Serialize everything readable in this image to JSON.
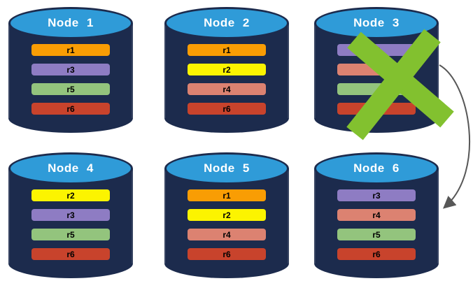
{
  "colors": {
    "background": "#FFFFFF",
    "cylinder_body": "#1C2B4D",
    "cylinder_top_fill": "#2F9BD8",
    "node_title": "#FFFFFF",
    "bar_label": "#000000",
    "failure_x": "#82C12F",
    "arrow": "#575757",
    "replica_palette": {
      "r1": "#F99D04",
      "r2": "#FCF400",
      "r3": "#8E7CC3",
      "r4": "#DC8271",
      "r5": "#93C47D",
      "r6": "#C8432C"
    }
  },
  "nodes": [
    {
      "title": "Node 1",
      "replicas": [
        {
          "label": "r1",
          "color": "#F99D04"
        },
        {
          "label": "r3",
          "color": "#8E7CC3"
        },
        {
          "label": "r5",
          "color": "#93C47D"
        },
        {
          "label": "r6",
          "color": "#C8432C"
        }
      ]
    },
    {
      "title": "Node 2",
      "replicas": [
        {
          "label": "r1",
          "color": "#F99D04"
        },
        {
          "label": "r2",
          "color": "#FCF400"
        },
        {
          "label": "r4",
          "color": "#DC8271"
        },
        {
          "label": "r6",
          "color": "#C8432C"
        }
      ]
    },
    {
      "title": "Node 3",
      "failed": true,
      "replicas": [
        {
          "label": "r3",
          "color": "#8E7CC3"
        },
        {
          "label": "",
          "color": "#DC8271"
        },
        {
          "label": "",
          "color": "#93C47D"
        },
        {
          "label": "",
          "color": "#C8432C"
        }
      ]
    },
    {
      "title": "Node 4",
      "replicas": [
        {
          "label": "r2",
          "color": "#FCF400"
        },
        {
          "label": "r3",
          "color": "#8E7CC3"
        },
        {
          "label": "r5",
          "color": "#93C47D"
        },
        {
          "label": "r6",
          "color": "#C8432C"
        }
      ]
    },
    {
      "title": "Node 5",
      "replicas": [
        {
          "label": "r1",
          "color": "#F99D04"
        },
        {
          "label": "r2",
          "color": "#FCF400"
        },
        {
          "label": "r4",
          "color": "#DC8271"
        },
        {
          "label": "r6",
          "color": "#C8432C"
        }
      ]
    },
    {
      "title": "Node 6",
      "replicas": [
        {
          "label": "r3",
          "color": "#8E7CC3"
        },
        {
          "label": "r4",
          "color": "#DC8271"
        },
        {
          "label": "r5",
          "color": "#93C47D"
        },
        {
          "label": "r6",
          "color": "#C8432C"
        }
      ]
    }
  ],
  "failure": {
    "failed_node": "Node 3"
  },
  "failover_arrow": {
    "from": "Node 3",
    "to": "Node 6"
  }
}
